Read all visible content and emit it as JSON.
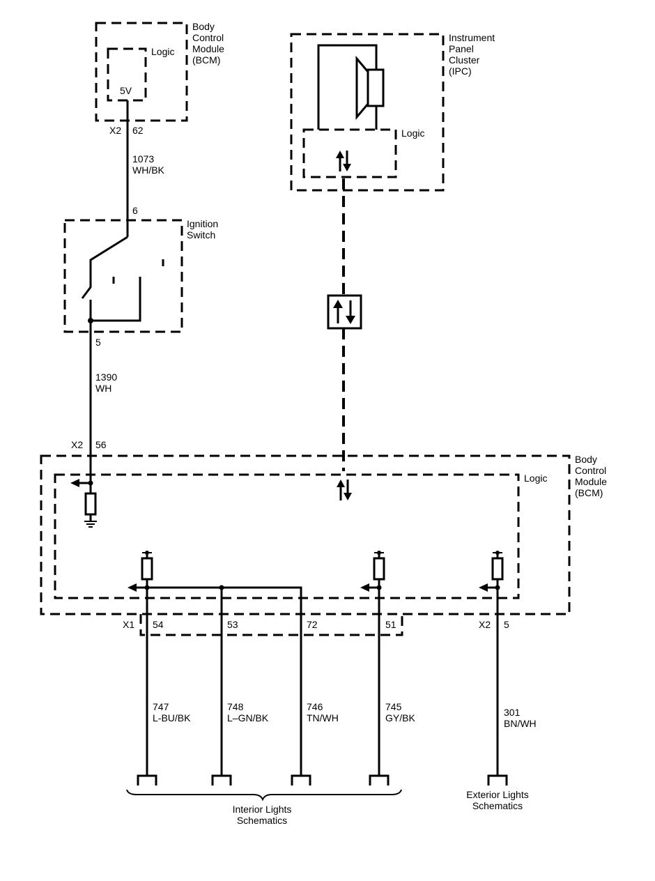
{
  "top_bcm": {
    "label_lines": [
      "Body",
      "Control",
      "Module",
      "(BCM)"
    ],
    "logic_label": "Logic",
    "voltage_label": "5V",
    "connector": "X2",
    "pin": "62"
  },
  "wire_1073": {
    "circuit": "1073",
    "color": "WH/BK"
  },
  "ignition_switch": {
    "label_lines": [
      "Ignition",
      "Switch"
    ],
    "pin_in": "6",
    "pin_out": "5"
  },
  "wire_1390": {
    "circuit": "1390",
    "color": "WH"
  },
  "ipc": {
    "label_lines": [
      "Instrument",
      "Panel",
      "Cluster",
      "(IPC)"
    ],
    "logic_label": "Logic"
  },
  "bottom_bcm": {
    "label_lines": [
      "Body",
      "Control",
      "Module",
      "(BCM)"
    ],
    "logic_label": "Logic",
    "x2_connector": "X2",
    "x2_pin_input": "56",
    "x1_connector": "X1",
    "x1_pins": [
      "54",
      "53",
      "72",
      "51"
    ],
    "x2_output_connector": "X2",
    "x2_output_pin": "5"
  },
  "output_wires": [
    {
      "circuit": "747",
      "color": "L-BU/BK"
    },
    {
      "circuit": "748",
      "color": "L–GN/BK"
    },
    {
      "circuit": "746",
      "color": "TN/WH"
    },
    {
      "circuit": "745",
      "color": "GY/BK"
    },
    {
      "circuit": "301",
      "color": "BN/WH"
    }
  ],
  "destinations": {
    "interior": [
      "Interior Lights",
      "Schematics"
    ],
    "exterior": [
      "Exterior Lights",
      "Schematics"
    ]
  }
}
